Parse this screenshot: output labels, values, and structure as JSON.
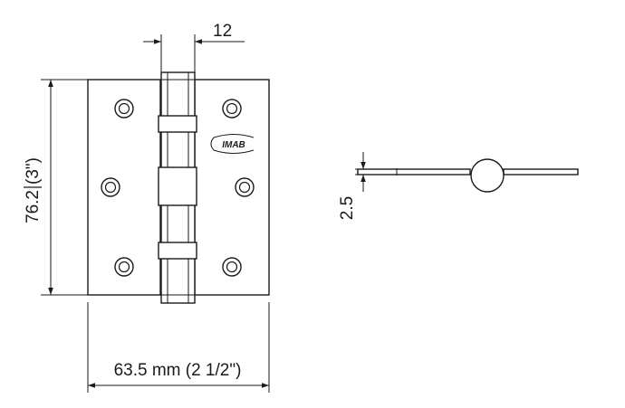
{
  "dimensions": {
    "knuckle_width": "12",
    "height_metric": "76.2",
    "height_imperial": "(3\")",
    "width": "63.5 mm (2 1/2\")",
    "thickness": "2.5"
  },
  "logo": {
    "brand": "IMAB"
  },
  "colors": {
    "line": "#1a1a1a",
    "background": "#ffffff"
  }
}
